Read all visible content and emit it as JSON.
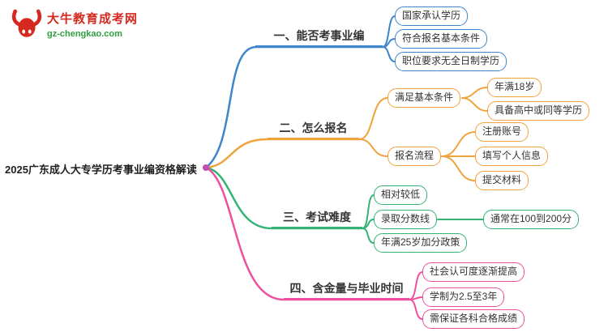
{
  "logo": {
    "title": "大牛教育成考网",
    "url": "gz-chengkao.com"
  },
  "main_topic": "2025广东成人大专学历考事业编资格解读",
  "colors": {
    "branch_1": "#3d86cc",
    "branch_2": "#f0a33c",
    "branch_3": "#35b374",
    "branch_4": "#ee4f9e",
    "center_dot": "#c44bb0",
    "logo_red": "#d5281e",
    "logo_green": "#2f9e3e"
  },
  "branches": [
    {
      "label": "一、能否考事业编",
      "color": "#3d86cc",
      "children": [
        {
          "label": "国家承认学历"
        },
        {
          "label": "符合报名基本条件"
        },
        {
          "label": "职位要求无全日制学历"
        }
      ]
    },
    {
      "label": "二、怎么报名",
      "color": "#f0a33c",
      "children": [
        {
          "label": "满足基本条件",
          "children": [
            {
              "label": "年满18岁"
            },
            {
              "label": "具备高中或同等学历"
            }
          ]
        },
        {
          "label": "报名流程",
          "children": [
            {
              "label": "注册账号"
            },
            {
              "label": "填写个人信息"
            },
            {
              "label": "提交材料"
            }
          ]
        }
      ]
    },
    {
      "label": "三、考试难度",
      "color": "#35b374",
      "children": [
        {
          "label": "相对较低"
        },
        {
          "label": "录取分数线",
          "children": [
            {
              "label": "通常在100到200分"
            }
          ]
        },
        {
          "label": "年满25岁加分政策"
        }
      ]
    },
    {
      "label": "四、含金量与毕业时间",
      "color": "#ee4f9e",
      "children": [
        {
          "label": "社会认可度逐渐提高"
        },
        {
          "label": "学制为2.5至3年"
        },
        {
          "label": "需保证各科合格成绩"
        }
      ]
    }
  ]
}
